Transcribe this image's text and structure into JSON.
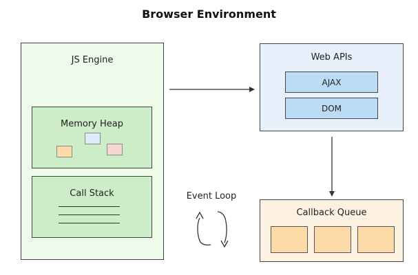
{
  "title": "Browser Environment",
  "js_engine": {
    "label": "JS Engine",
    "memory_heap": {
      "label": "Memory Heap"
    },
    "call_stack": {
      "label": "Call Stack"
    }
  },
  "web_apis": {
    "label": "Web APIs",
    "items": [
      "AJAX",
      "DOM"
    ]
  },
  "event_loop": {
    "label": "Event Loop"
  },
  "callback_queue": {
    "label": "Callback Queue"
  },
  "colors": {
    "engine_bg": "#eefaea",
    "engine_inner": "#cdecc8",
    "web_apis_bg": "#e8f1fb",
    "web_api_item": "#bcdcf5",
    "queue_bg": "#fdf2e1",
    "queue_item": "#fcdba8",
    "heap_block_orange": "#fcdba8",
    "heap_block_blue": "#dcecf9",
    "heap_block_pink": "#f7d7d2"
  }
}
